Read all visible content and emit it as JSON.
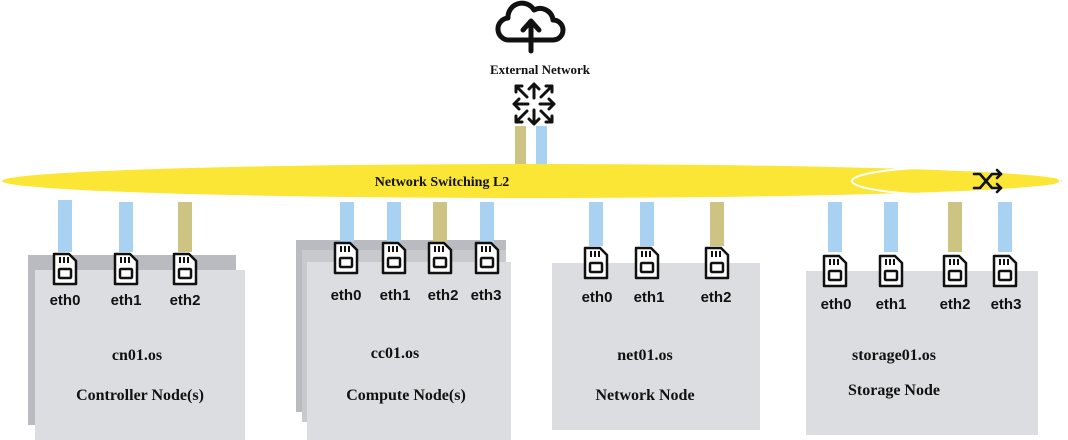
{
  "external": {
    "label": "External Network",
    "icon": "cloud-upload-icon",
    "router_icon": "router-arrows-icon"
  },
  "switch": {
    "label": "Network Switching L2",
    "icon": "shuffle-icon",
    "color": "#fbe535"
  },
  "colors": {
    "management_link": "#a9d2f2",
    "external_link": "#cdc383",
    "node_card": "#dcdde1",
    "node_shadow": "#b9bbc0"
  },
  "nodes": [
    {
      "hostname": "cn01.os",
      "role": "Controller Node(s)",
      "ports": [
        "eth0",
        "eth1",
        "eth2"
      ]
    },
    {
      "hostname": "cc01.os",
      "role": "Compute Node(s)",
      "ports": [
        "eth0",
        "eth1",
        "eth2",
        "eth3"
      ]
    },
    {
      "hostname": "net01.os",
      "role": "Network Node",
      "ports": [
        "eth0",
        "eth1",
        "eth2"
      ]
    },
    {
      "hostname": "storage01.os",
      "role": "Storage Node",
      "ports": [
        "eth0",
        "eth1",
        "eth2",
        "eth3"
      ]
    }
  ]
}
